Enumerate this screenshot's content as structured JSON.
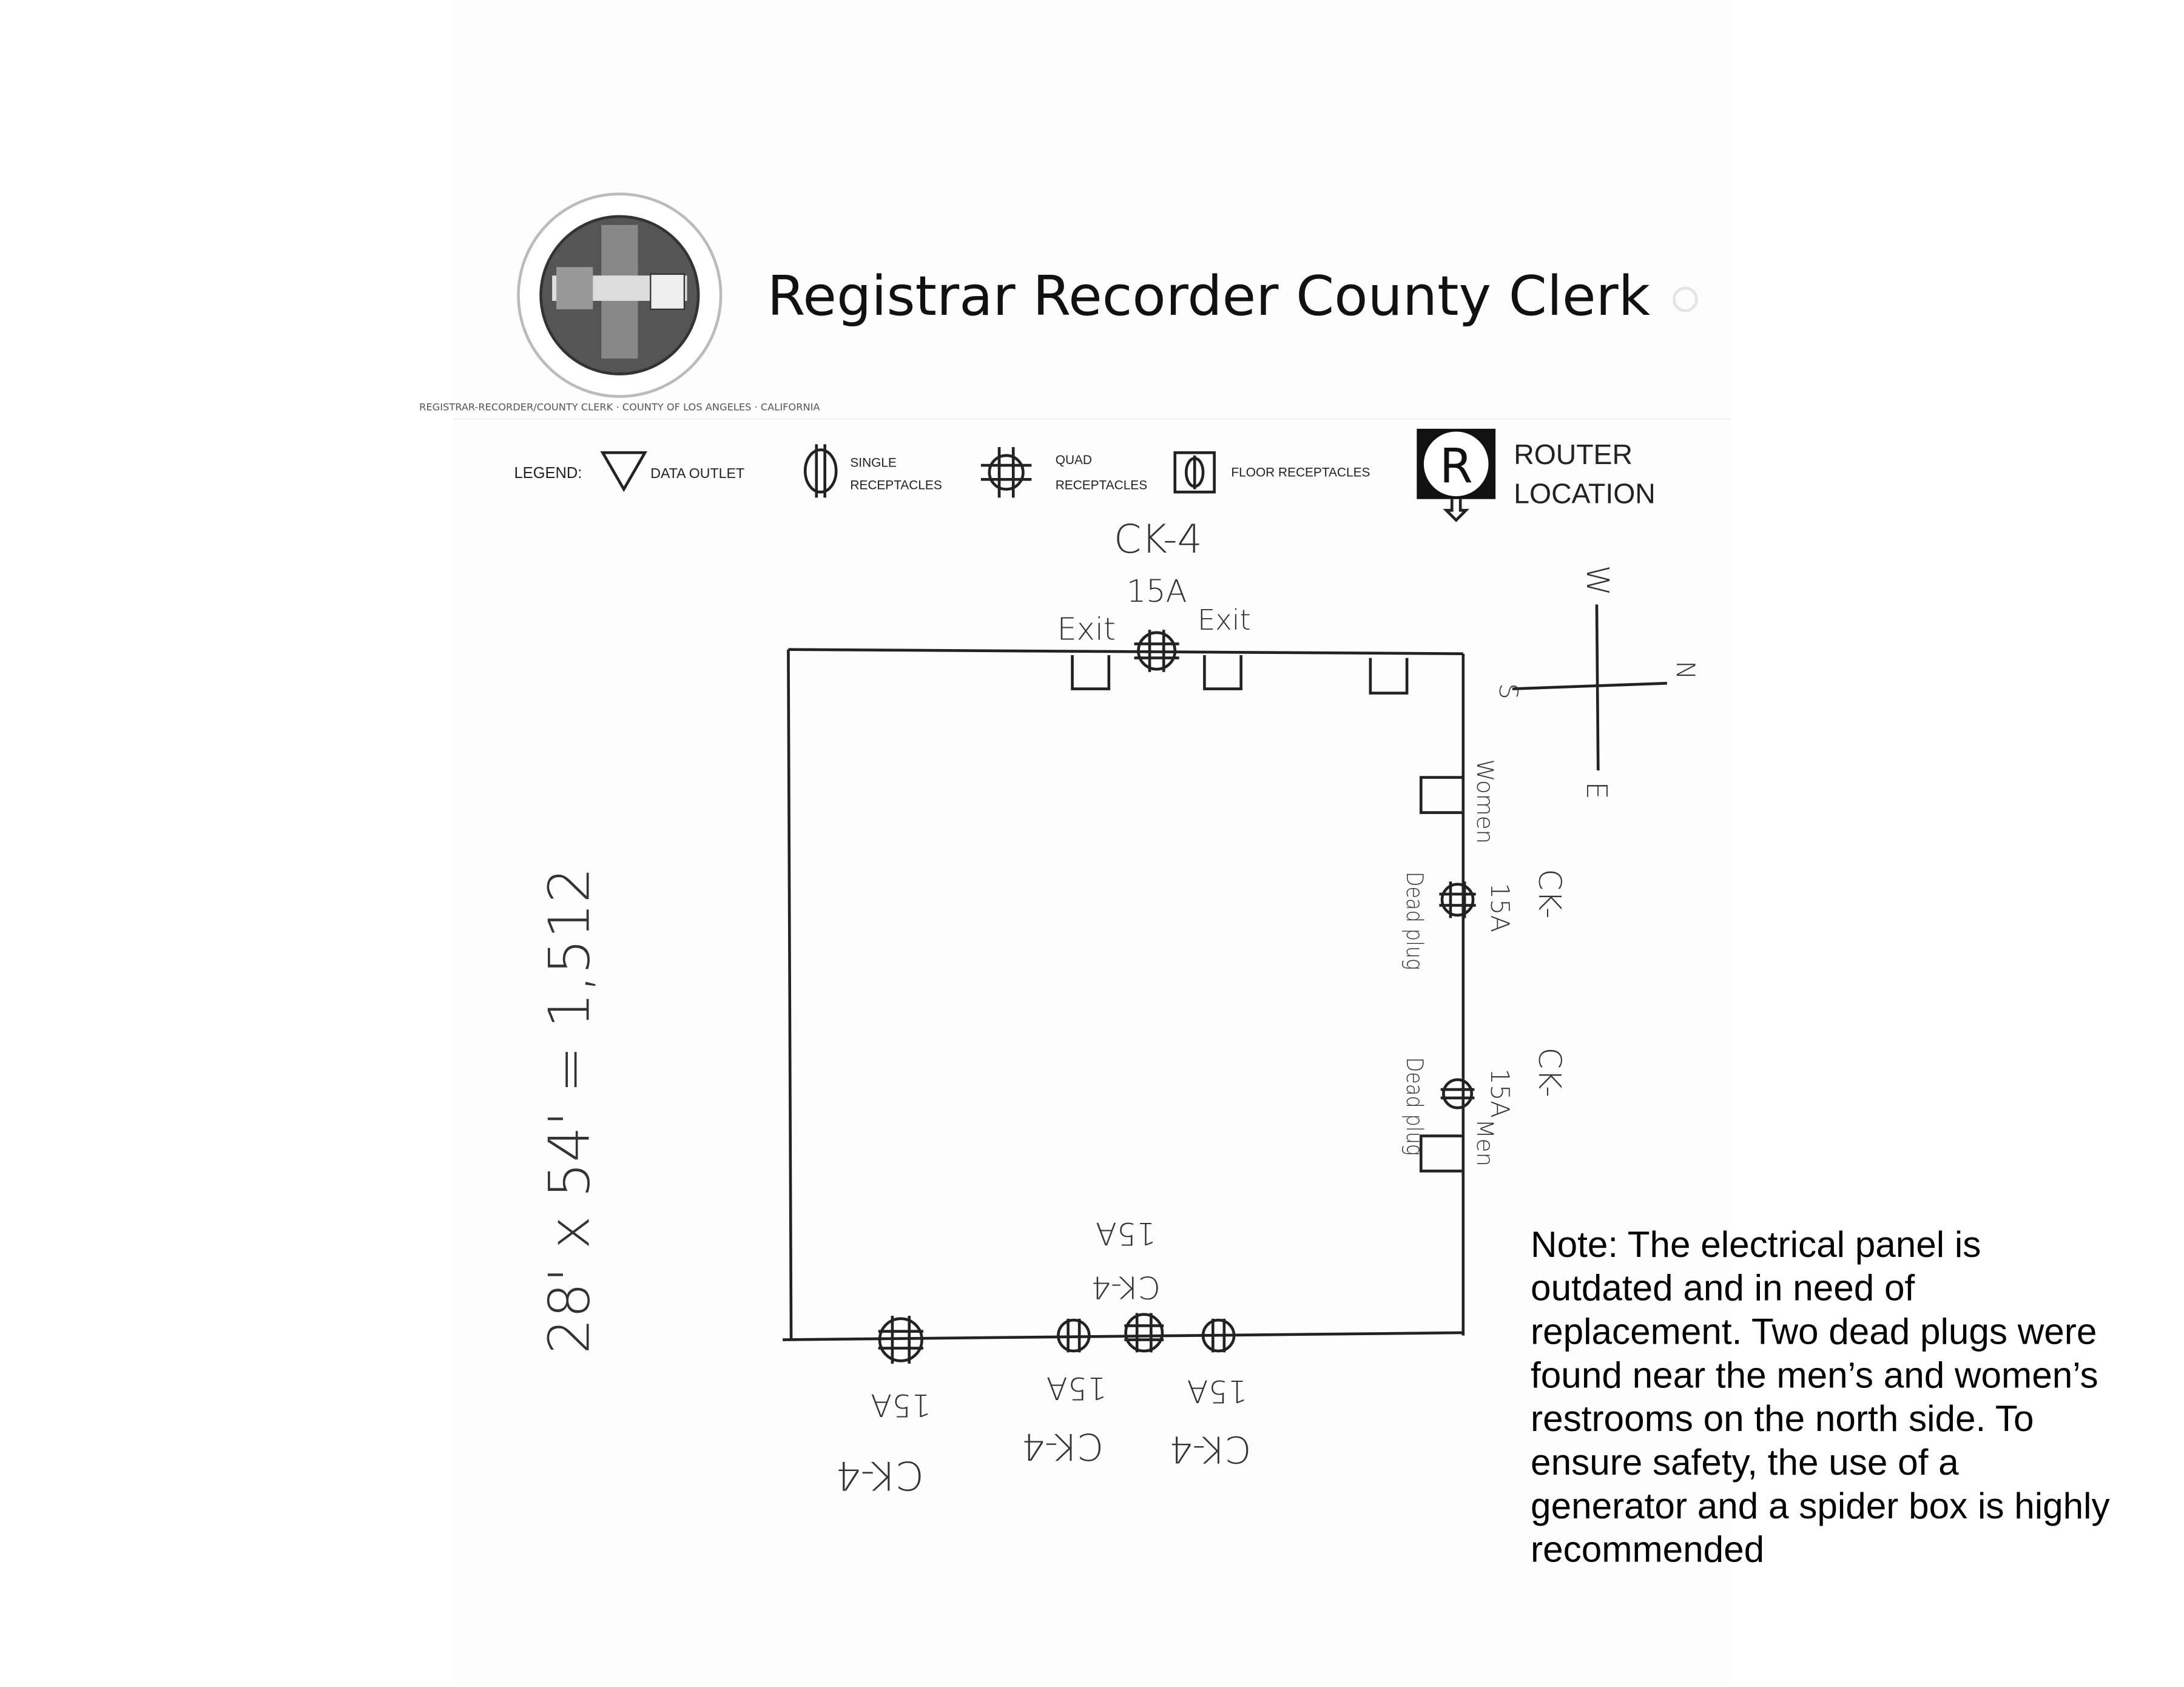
{
  "header": {
    "title": "Registrar Recorder County Clerk",
    "seal_text": "REGISTRAR-RECORDER/COUNTY CLERK · COUNTY OF LOS ANGELES · CALIFORNIA"
  },
  "legend": {
    "label": "LEGEND:",
    "data_outlet": "DATA OUTLET",
    "single_1": "SINGLE",
    "single_2": "RECEPTACLES",
    "quad_1": "QUAD",
    "quad_2": "RECEPTACLES",
    "floor": "FLOOR RECEPTACLES",
    "router_1": "ROUTER",
    "router_2": "LOCATION",
    "router_glyph": "R"
  },
  "plan": {
    "top_circuit": "CK-4",
    "top_amps": "15A",
    "exit_left": "Exit",
    "exit_right": "Exit",
    "women": "Women",
    "men": "Men",
    "right_1_circuit": "CK-",
    "right_1_amps": "15A",
    "right_1_note": "Dead plug",
    "right_2_circuit": "CK-",
    "right_2_amps": "15A",
    "right_2_note": "Dead plug",
    "bottom_inner_circuit": "CK-4",
    "bottom_inner_amps": "15A",
    "bottom_1_amps": "15A",
    "bottom_1_circuit": "CK-4",
    "bottom_2_amps": "15A",
    "bottom_2_circuit": "CK-4",
    "bottom_3_amps": "15A",
    "bottom_3_circuit": "CK-4",
    "dimensions": "28' x 54' = 1,512"
  },
  "compass": {
    "w": "W",
    "n": "N",
    "e": "E",
    "s": "S"
  },
  "note": {
    "lines": [
      "Note: The electrical panel is",
      "outdated and in need of",
      "replacement. Two dead plugs were",
      "found near the men’s and women’s",
      "restrooms on the north side. To",
      "ensure safety, the use of a",
      "generator and a spider box is highly",
      "recommended"
    ]
  }
}
